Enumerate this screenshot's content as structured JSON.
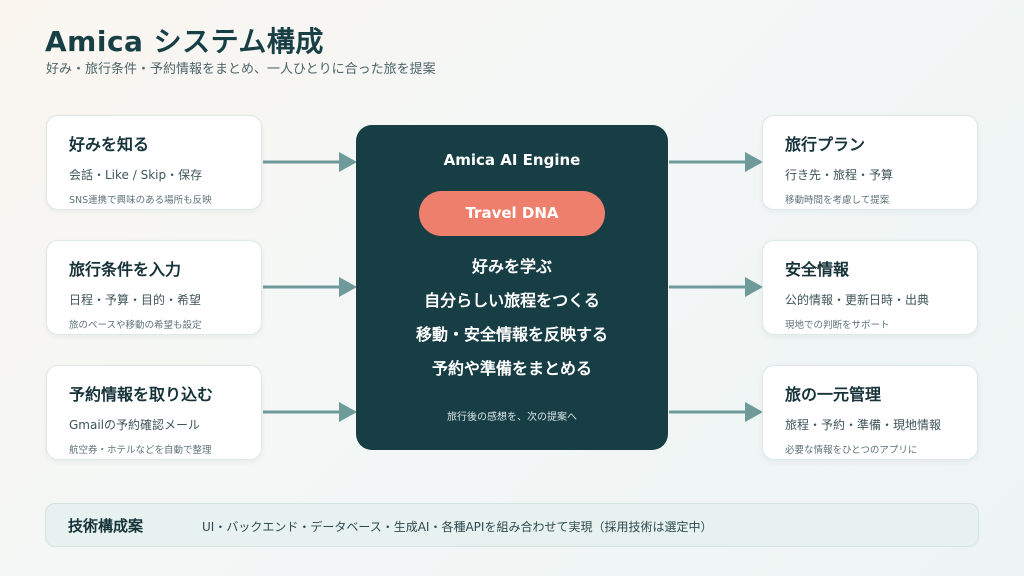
{
  "header": {
    "title": "Amica システム構成",
    "subtitle": "好み・旅行条件・予約情報をまとめ、一人ひとりに合った旅を提案"
  },
  "inputs": [
    {
      "title": "好みを知る",
      "line1": "会話・Like / Skip・保存",
      "line2": "SNS連携で興味のある場所も反映"
    },
    {
      "title": "旅行条件を入力",
      "line1": "日程・予算・目的・希望",
      "line2": "旅のペースや移動の希望も設定"
    },
    {
      "title": "予約情報を取り込む",
      "line1": "Gmailの予約確認メール",
      "line2": "航空券・ホテルなどを自動で整理"
    }
  ],
  "engine": {
    "title": "Amica AI Engine",
    "badge": "Travel DNA",
    "items": [
      "好みを学ぶ",
      "自分らしい旅程をつくる",
      "移動・安全情報を反映する",
      "予約や準備をまとめる"
    ],
    "footer": "旅行後の感想を、次の提案へ"
  },
  "outputs": [
    {
      "title": "旅行プラン",
      "line1": "行き先・旅程・予算",
      "line2": "移動時間を考慮して提案"
    },
    {
      "title": "安全情報",
      "line1": "公的情報・更新日時・出典",
      "line2": "現地での判断をサポート"
    },
    {
      "title": "旅の一元管理",
      "line1": "旅程・予約・準備・現地情報",
      "line2": "必要な情報をひとつのアプリに"
    }
  ],
  "tech": {
    "label": "技術構成案",
    "text": "UI・バックエンド・データベース・生成AI・各種APIを組み合わせて実現（採用技術は選定中）"
  },
  "colors": {
    "engine_bg": "#173d45",
    "accent": "#ef7f6d",
    "arrow": "#6e9a9a"
  }
}
